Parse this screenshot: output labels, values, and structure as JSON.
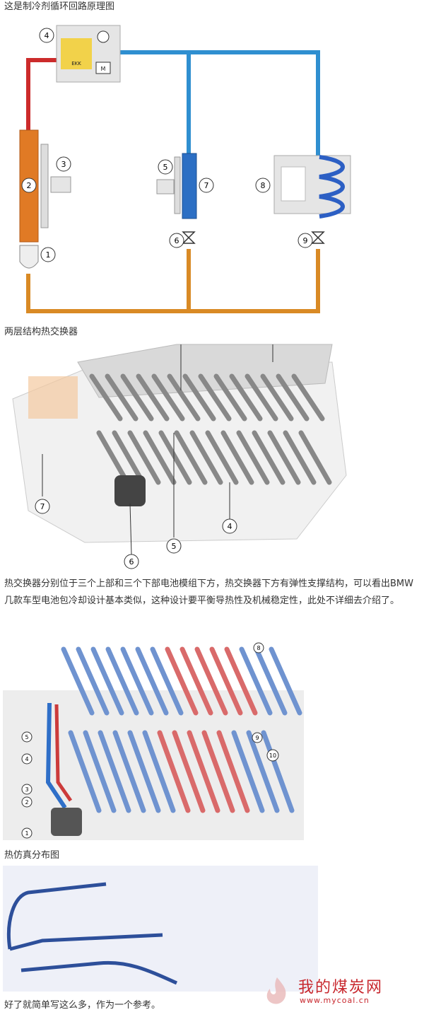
{
  "captions": {
    "refrigerant_loop": "这是制冷剂循环回路原理图",
    "two_layer": "两层结构热交换器",
    "thermal_sim": "热仿真分布图"
  },
  "paragraph": "热交换器分别位于三个上部和三个下部电池模组下方，热交换器下方有弹性支撑结构，可以看出BMW几款车型电池包冷却设计基本类似，这种设计要平衡导热性及机械稳定性，此处不详细去介绍了。",
  "closing": "好了就简单写这么多，作为一个参考。",
  "diagram1": {
    "ekk_label": "EKK",
    "motor_label": "M",
    "callouts": [
      "1",
      "2",
      "3",
      "4",
      "5",
      "6",
      "7",
      "8",
      "9"
    ]
  },
  "figure2": {
    "callouts": [
      "4",
      "5",
      "6",
      "7"
    ]
  },
  "figure3": {
    "callouts": [
      "1",
      "2",
      "3",
      "4",
      "5",
      "8",
      "9",
      "10"
    ]
  },
  "watermark": {
    "name": "我的煤炭网",
    "url": "www.mycoal.cn"
  },
  "colors": {
    "hot": "#d2691e",
    "red": "#cc2b2b",
    "blue": "#2f7fc8",
    "accent": "#c8282e"
  }
}
